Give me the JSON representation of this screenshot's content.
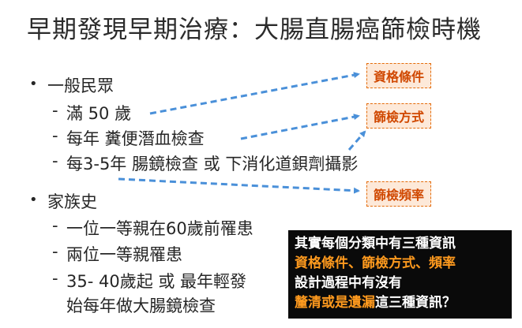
{
  "title": "早期發現早期治療：大腸直腸癌篩檢時機",
  "section1": {
    "heading": "一般民眾",
    "items": [
      "滿 50 歲",
      "每年  糞便潛血檢查",
      "每3-5年 腸鏡檢查 或 下消化道鋇劑攝影"
    ]
  },
  "section2": {
    "heading": "家族史",
    "items": [
      "一位一等親在60歲前罹患",
      "兩位一等親罹患",
      "35- 40歲起 或 最年輕發",
      "始每年做大腸鏡檢查"
    ]
  },
  "tags": [
    "資格條件",
    "篩檢方式",
    "篩檢頻率"
  ],
  "callout": {
    "line1": "其實每個分類中有三種資訊",
    "line2": "資格條件、篩檢方式、頻率",
    "line3": "設計過程中有沒有",
    "line4a": "釐清或是遺漏",
    "line4b": "這三種資訊？"
  },
  "colors": {
    "arrow": "#4a90d9",
    "tag_text": "#d04800",
    "tag_bg": "#fde9d9",
    "callout_bg": "#0a0a0a",
    "callout_highlight": "#ff9a1e"
  }
}
